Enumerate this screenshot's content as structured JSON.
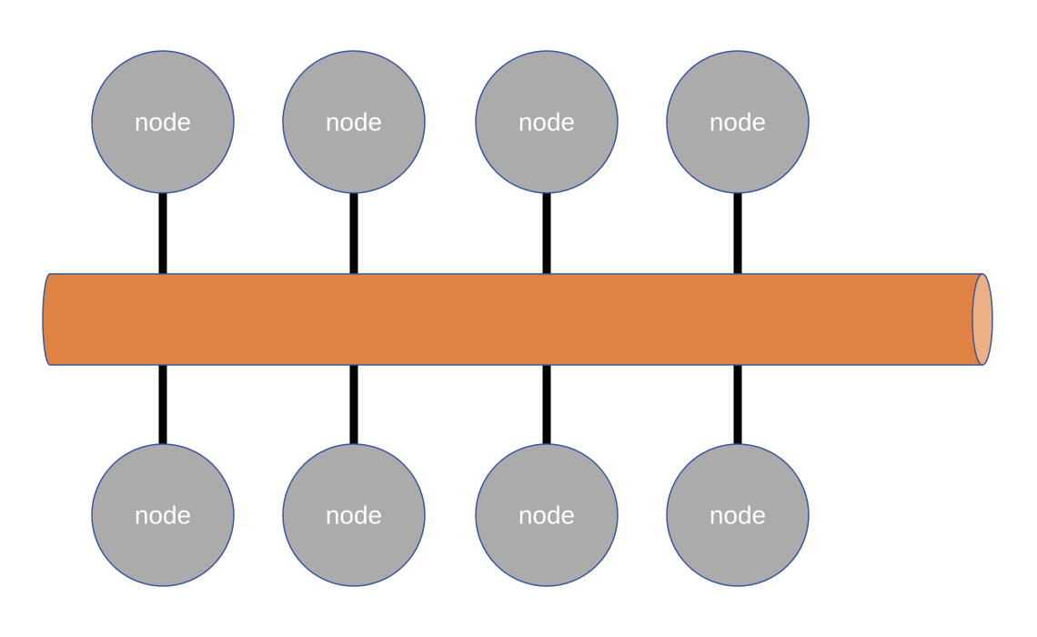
{
  "diagram": {
    "colors": {
      "bus_fill": "#DE8344",
      "bus_end_fill": "#EDAF86",
      "bus_stroke": "#3A5A9A",
      "node_fill": "#ABABAB",
      "node_stroke": "#3A55A0",
      "connector": "#000000",
      "label": "#FFFFFF"
    },
    "top_nodes": [
      {
        "label": "node"
      },
      {
        "label": "node"
      },
      {
        "label": "node"
      },
      {
        "label": "node"
      }
    ],
    "bottom_nodes": [
      {
        "label": "node"
      },
      {
        "label": "node"
      },
      {
        "label": "node"
      },
      {
        "label": "node"
      }
    ]
  }
}
